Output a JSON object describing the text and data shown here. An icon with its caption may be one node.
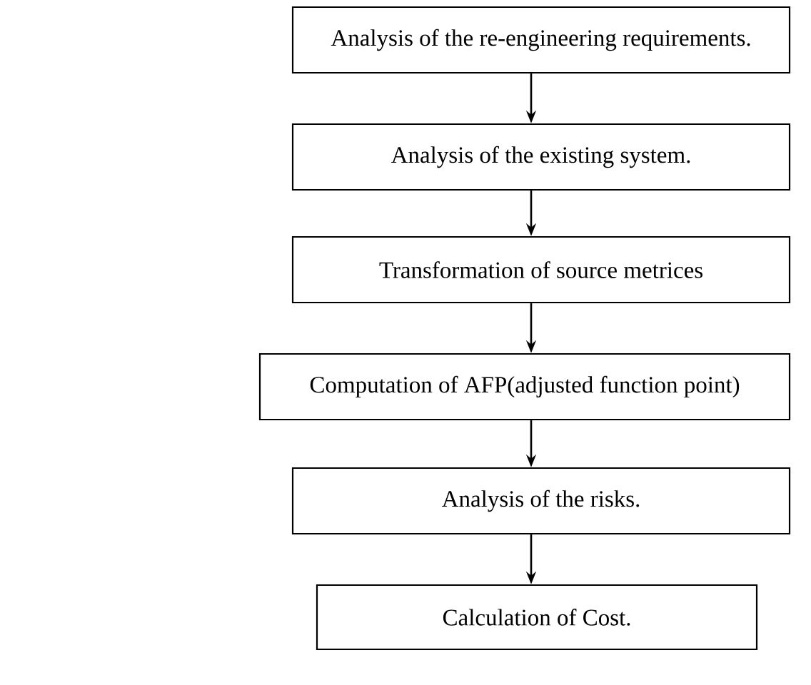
{
  "diagram": {
    "nodes": [
      {
        "text": [
          "Analysis of the re-engineering requirements."
        ]
      },
      {
        "text": [
          "Analysis of the existing system."
        ]
      },
      {
        "text": [
          "Transformation of source metrices"
        ]
      },
      {
        "text": [
          "Computation of AFP(adjusted function point)"
        ]
      },
      {
        "text": [
          "Analysis of the risks."
        ]
      },
      {
        "text": [
          "Calculation of Cost."
        ]
      }
    ],
    "edges": [
      {
        "from": 0,
        "to": 1,
        "arrow": "to"
      },
      {
        "from": 1,
        "to": 2,
        "arrow": "to"
      },
      {
        "from": 2,
        "to": 3,
        "arrow": "to"
      },
      {
        "from": 3,
        "to": 4,
        "arrow": "to"
      },
      {
        "from": 4,
        "to": 5,
        "arrow": "to"
      }
    ]
  }
}
